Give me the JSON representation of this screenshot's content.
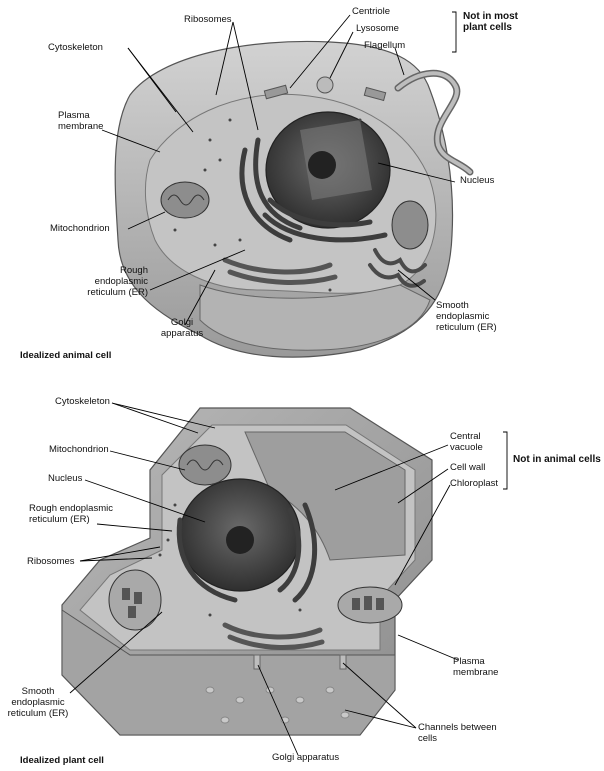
{
  "animal": {
    "caption": "Idealized animal cell",
    "labels": {
      "ribosomes": "Ribosomes",
      "centriole": "Centriole",
      "lysosome": "Lysosome",
      "flagellum": "Flagellum",
      "not_in_plant": "Not in most\nplant cells",
      "cytoskeleton": "Cytoskeleton",
      "plasma_membrane": "Plasma\nmembrane",
      "nucleus": "Nucleus",
      "mitochondrion": "Mitochondrion",
      "rough_er": "Rough\nendoplasmic\nreticulum (ER)",
      "smooth_er": "Smooth\nendoplasmic\nreticulum (ER)",
      "golgi": "Golgi\napparatus"
    }
  },
  "plant": {
    "caption": "Idealized plant cell",
    "labels": {
      "cytoskeleton": "Cytoskeleton",
      "mitochondrion": "Mitochondrion",
      "nucleus": "Nucleus",
      "rough_er": "Rough endoplasmic\nreticulum (ER)",
      "ribosomes": "Ribosomes",
      "central_vacuole": "Central\nvacuole",
      "cell_wall": "Cell wall",
      "chloroplast": "Chloroplast",
      "not_in_animal": "Not in animal cells",
      "plasma_membrane": "Plasma\nmembrane",
      "smooth_er": "Smooth\nendoplasmic\nreticulum (ER)",
      "channels": "Channels between\ncells",
      "golgi": "Golgi apparatus"
    }
  }
}
